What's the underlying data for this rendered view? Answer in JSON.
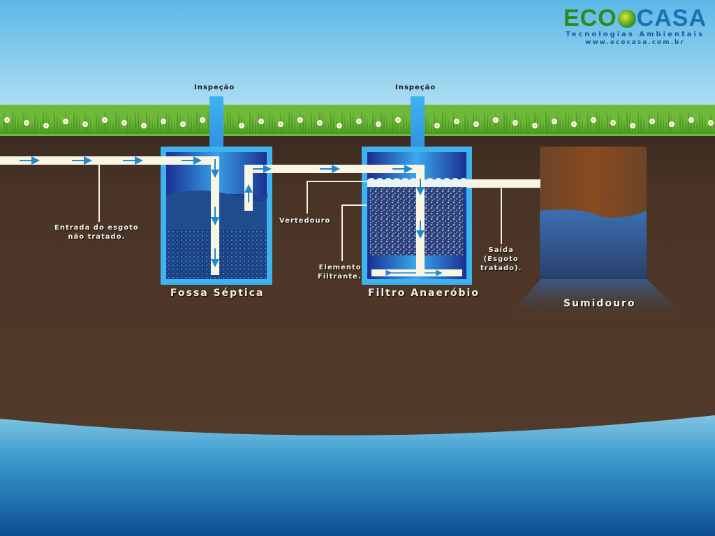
{
  "logo": {
    "brand_left": "ECO",
    "brand_right": "CASA",
    "tagline": "Tecnologias Ambientais",
    "url": "www.ecocasa.com.br"
  },
  "labels": {
    "inspection_1": "Inspeção",
    "inspection_2": "Inspeção",
    "inlet_line1": "Entrada do esgoto",
    "inlet_line2": "não tratado.",
    "septic_tank": "Fossa Séptica",
    "weir": "Vertedouro",
    "filter_element_line1": "Elemento",
    "filter_element_line2": "Filtrante.",
    "anaerobic_filter": "Filtro Anaeróbio",
    "outlet_line1": "Saída",
    "outlet_line2": "(Esgoto",
    "outlet_line3": "tratado).",
    "sink": "Sumidouro"
  },
  "colors": {
    "sky": "#9fd6ee",
    "grass": "#5aa52a",
    "soil": "#4e3628",
    "tank_frame": "#3fb3f0",
    "tank_water": "#1b3f9e",
    "pipe": "#f8f5e4",
    "arrow": "#1e88d0",
    "groundwater": "#1b6fb0"
  }
}
